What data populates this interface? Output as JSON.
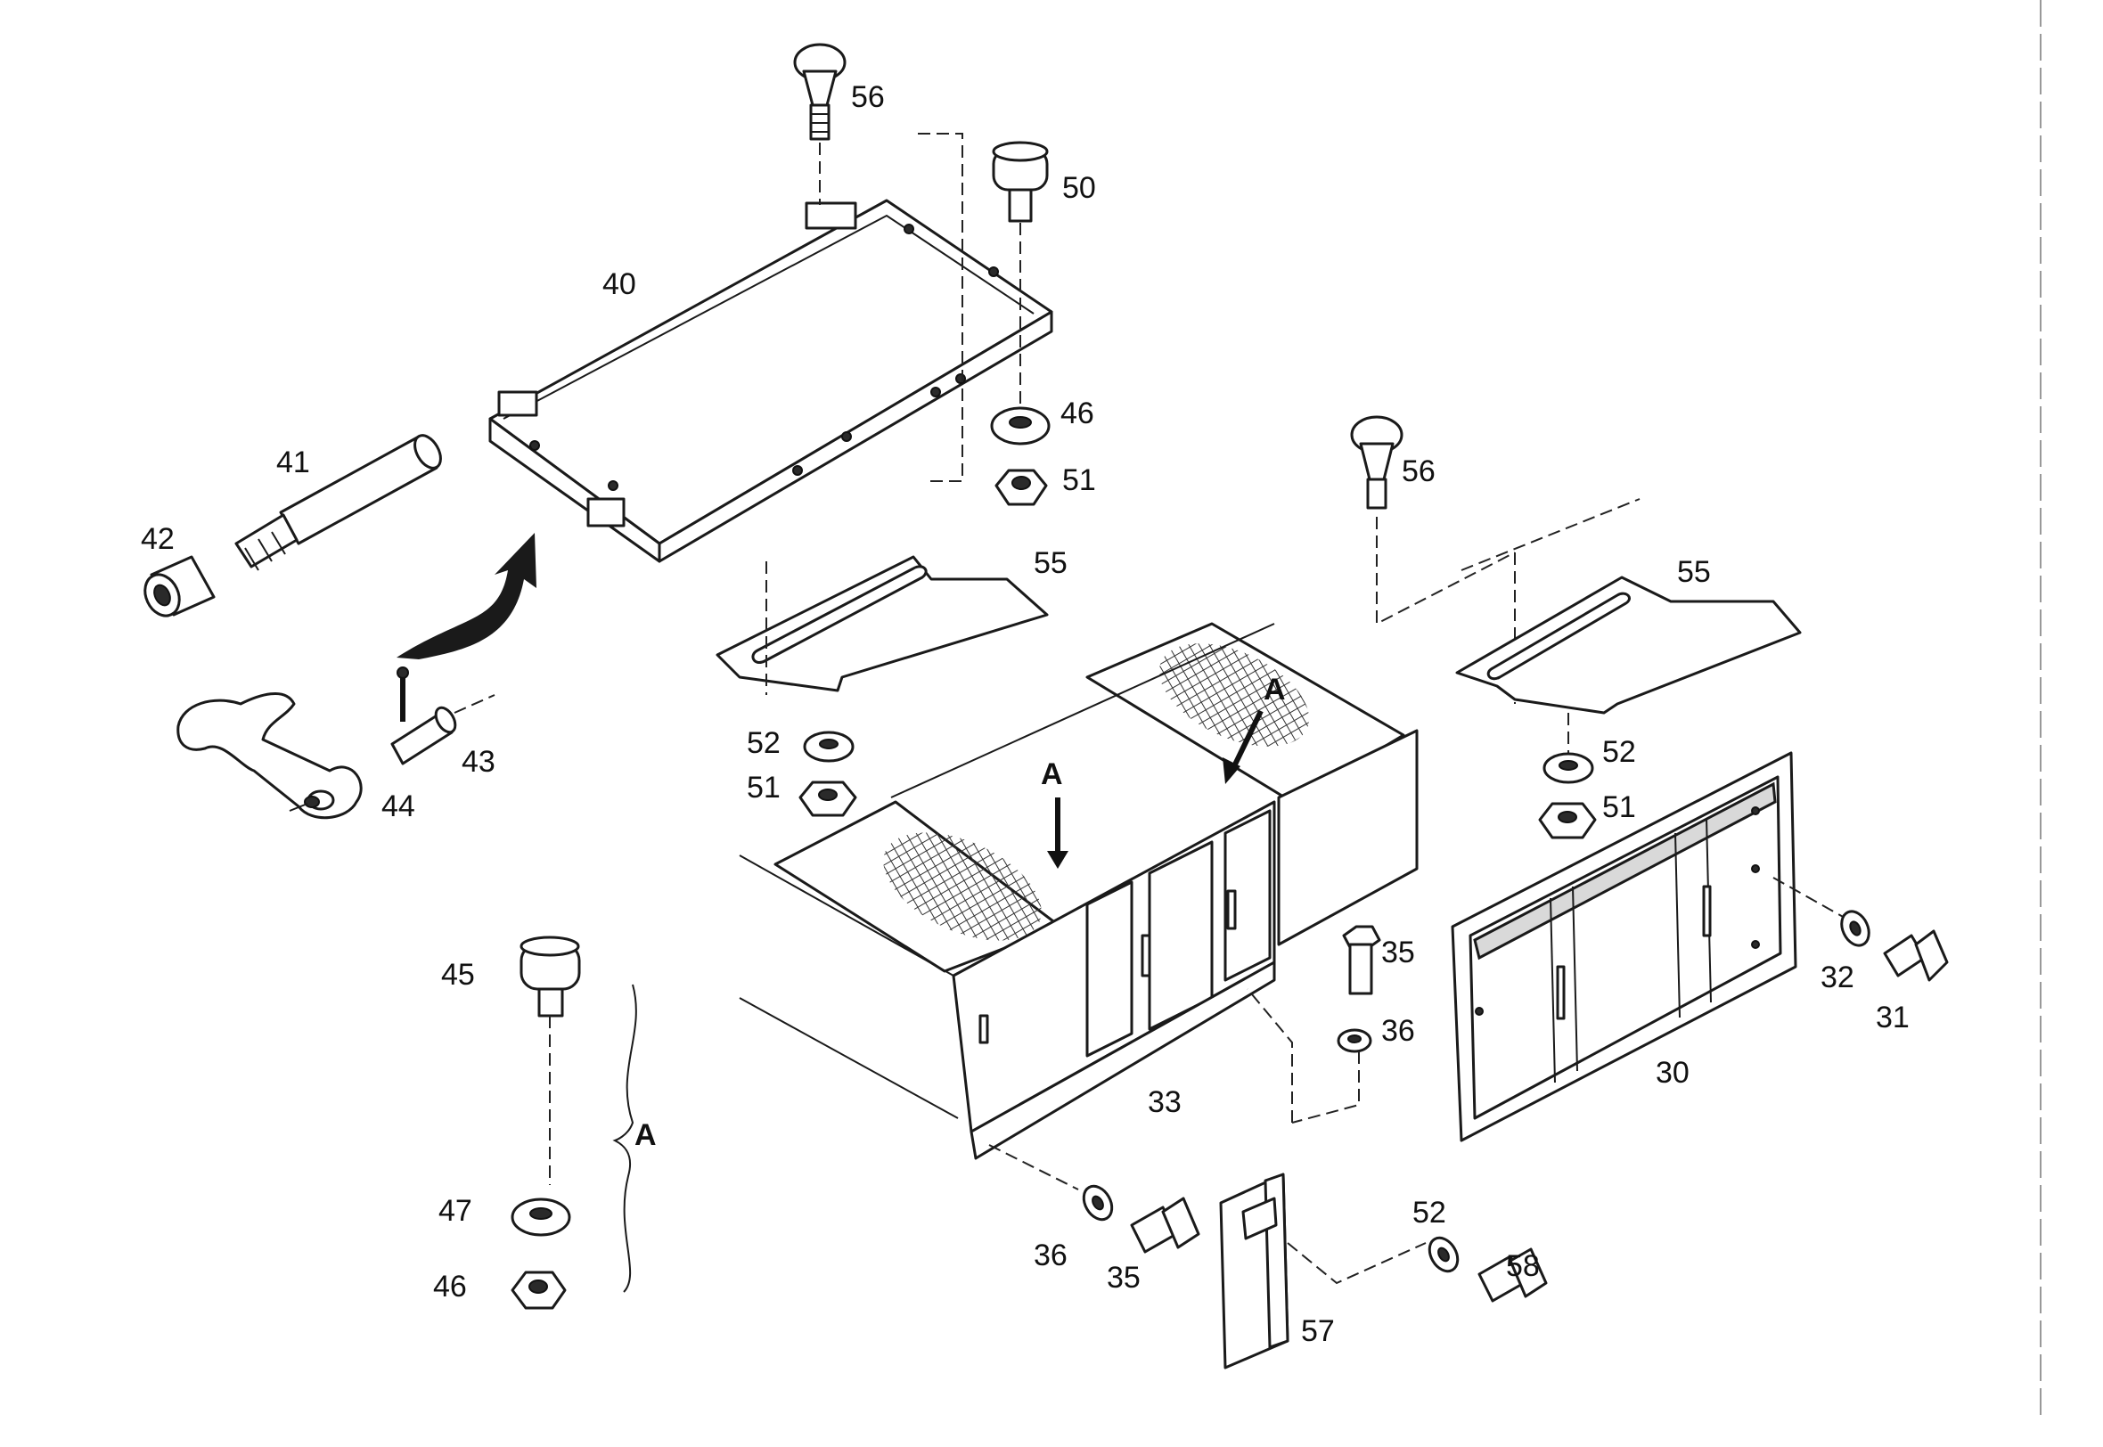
{
  "diagram": {
    "type": "exploded-parts-view",
    "callouts": {
      "c30": "30",
      "c31": "31",
      "c32": "32",
      "c33": "33",
      "c35a": "35",
      "c35b": "35",
      "c36a": "36",
      "c36b": "36",
      "c40": "40",
      "c41": "41",
      "c42": "42",
      "c43": "43",
      "c44": "44",
      "c45": "45",
      "c46a": "46",
      "c46b": "46",
      "c47": "47",
      "c50": "50",
      "c51a": "51",
      "c51b": "51",
      "c51c": "51",
      "c52a": "52",
      "c52b": "52",
      "c52c": "52",
      "c55a": "55",
      "c55b": "55",
      "c56a": "56",
      "c56b": "56",
      "c57": "57",
      "c58": "58"
    },
    "detail_markers": {
      "a1": "A",
      "a2": "A",
      "a3": "A"
    }
  }
}
